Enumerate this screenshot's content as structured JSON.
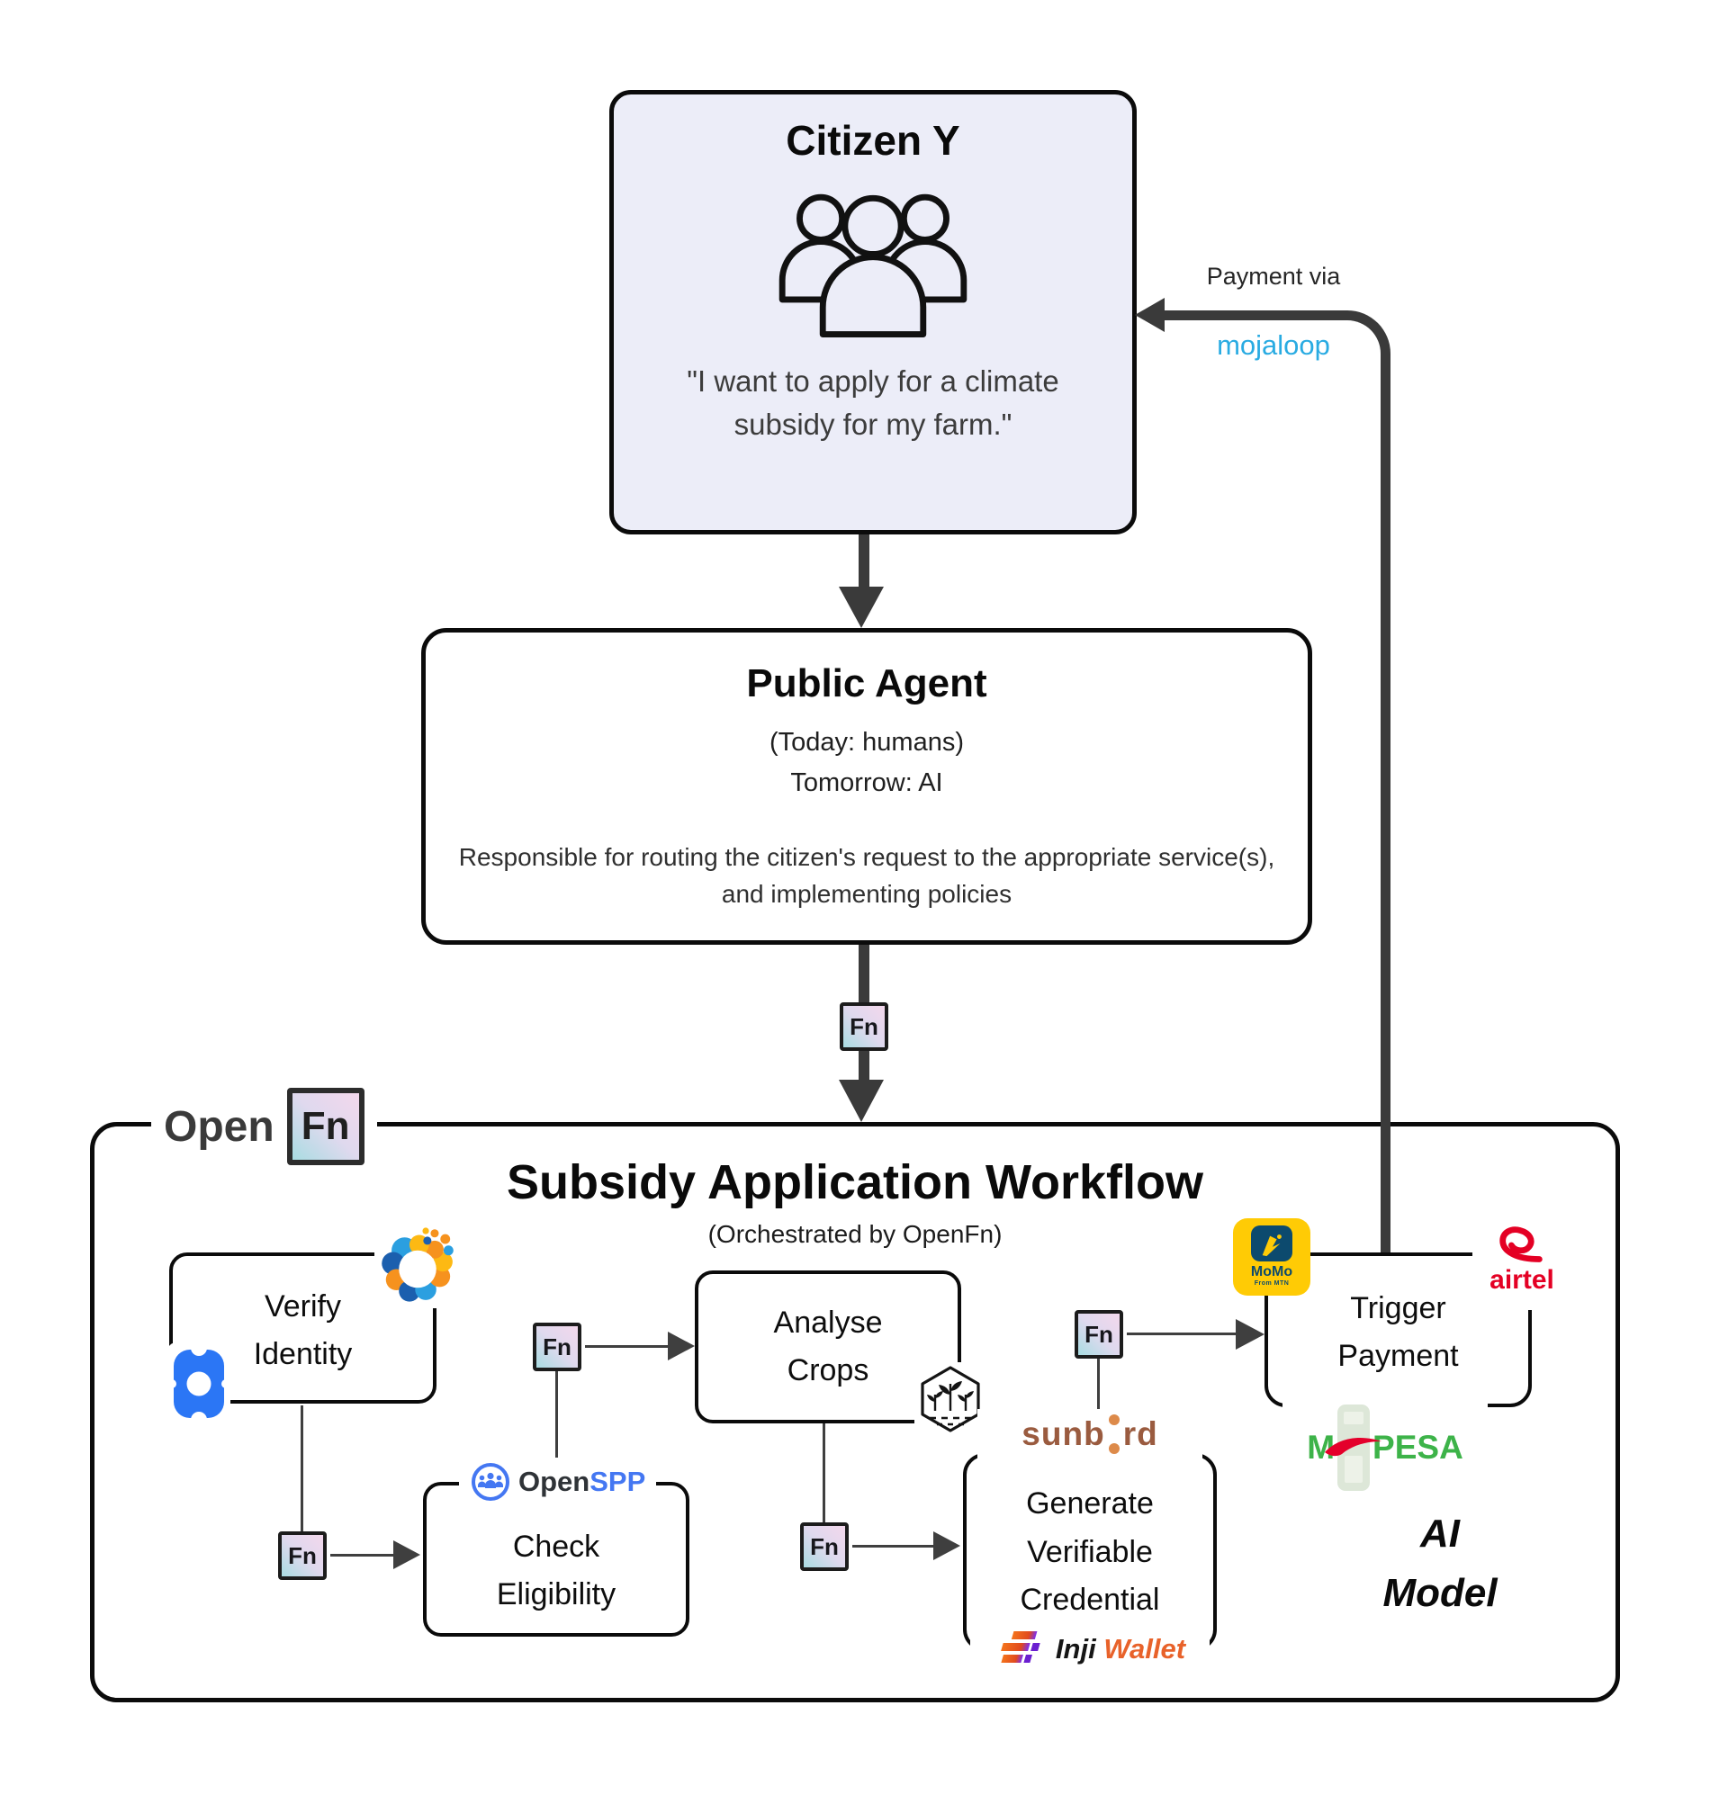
{
  "colors": {
    "mojaloop_blue": "#29abe2",
    "airtel_red": "#e40024",
    "mpesa_green": "#3db349",
    "momo_yellow": "#ffcb05",
    "momo_navy": "#0c4a6e",
    "openspp_blue": "#4477f2",
    "sunbird_brown": "#9a5b3f",
    "sunbird_dot_orange": "#dd8a4a",
    "inji_orange": "#e8622a",
    "citizen_box_bg": "#ecedf8",
    "line_gray": "#3a3a3a"
  },
  "citizen": {
    "title": "Citizen Y",
    "quote": "\"I want to apply for a climate subsidy for my farm.\""
  },
  "payment_feedback": {
    "label": "Payment via",
    "provider": "mojaloop"
  },
  "public_agent": {
    "title": "Public Agent",
    "today": "(Today: humans)",
    "tomorrow": "Tomorrow: AI",
    "description": "Responsible for routing the citizen's request to the appropriate service(s), and implementing policies"
  },
  "openfn": {
    "open": "Open",
    "fn": "Fn"
  },
  "workflow": {
    "title": "Subsidy Application Workflow",
    "subtitle": "(Orchestrated by OpenFn)"
  },
  "fn_badge": {
    "label": "Fn"
  },
  "steps": {
    "verify_identity": {
      "line1": "Verify",
      "line2": "Identity"
    },
    "check_eligibility": {
      "line1": "Check",
      "line2": "Eligibility"
    },
    "analyse_crops": {
      "line1": "Analyse",
      "line2": "Crops"
    },
    "generate_vc": {
      "line1": "Generate",
      "line2": "Verifiable",
      "line3": "Credential"
    },
    "trigger_payment": {
      "line1": "Trigger",
      "line2": "Payment"
    }
  },
  "logos": {
    "openspp": {
      "open": "Open",
      "spp": "SPP"
    },
    "sunbird": {
      "left": "sunb",
      "right": "rd"
    },
    "inji": {
      "name": "Inji",
      "wallet": "Wallet"
    },
    "momo": {
      "name": "MoMo",
      "sub": "From MTN"
    },
    "airtel": {
      "name": "airtel"
    },
    "mpesa": {
      "m": "M",
      "pesa": "PESA"
    }
  },
  "ai_model": {
    "line1": "AI",
    "line2": "Model"
  }
}
